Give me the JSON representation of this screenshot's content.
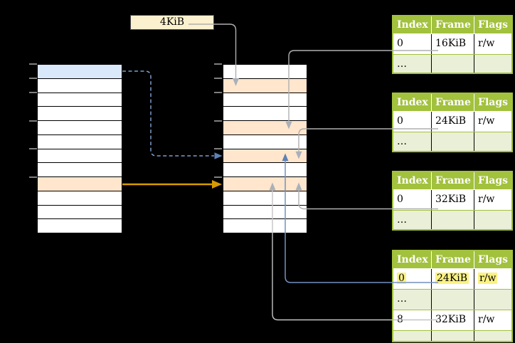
{
  "diagram": {
    "size_label": "4KiB",
    "ellipsis": "…",
    "colors": {
      "background": "#000000",
      "virtual_mapped_row_blue": "#DAE8FC",
      "frame_row_orange": "#FFE6CC",
      "label_box_fill": "#FCF1CE",
      "table_header_green": "#A2C13D",
      "table_row_green": "#EAF0D7",
      "highlight_yellow": "#FBF283",
      "arrow_gray": "#AFAFAF",
      "arrow_blue": "#5D81B5",
      "arrow_orange": "#D79B00"
    }
  },
  "page_tables": {
    "headers": [
      "Index",
      "Frame",
      "Flags"
    ],
    "tables": [
      {
        "rows": [
          [
            "0",
            "16KiB",
            "r/w"
          ],
          [
            "…",
            "",
            ""
          ]
        ]
      },
      {
        "rows": [
          [
            "0",
            "24KiB",
            "r/w"
          ],
          [
            "…",
            "",
            ""
          ]
        ]
      },
      {
        "rows": [
          [
            "0",
            "32KiB",
            "r/w"
          ],
          [
            "…",
            "",
            ""
          ]
        ]
      },
      {
        "rows": [
          [
            "0",
            "24KiB",
            "r/w"
          ],
          [
            "…",
            "",
            ""
          ],
          [
            "8",
            "32KiB",
            "r/w"
          ],
          [
            "…",
            "",
            ""
          ]
        ]
      }
    ]
  }
}
